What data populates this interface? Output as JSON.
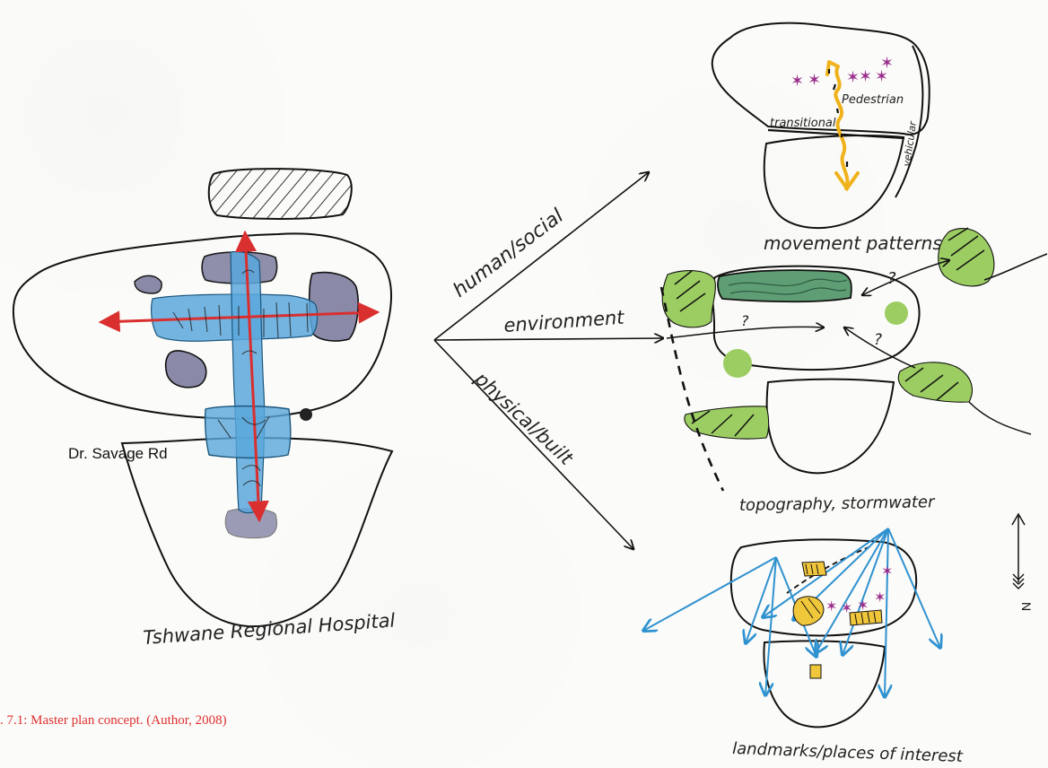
{
  "labels": {
    "road": "Dr. Savage Rd",
    "hospital": "Tshwane Regional Hospital",
    "branch_human": "human/social",
    "branch_environment": "environment",
    "branch_physical": "physical/built",
    "movement_patterns": "movement patterns",
    "pedestrian": "Pedestrian",
    "transitional": "transitional",
    "vehicular": "vehicular",
    "topography": "topography, stormwater",
    "landmarks": "landmarks/places of interest",
    "north": "N",
    "question_mark": "?"
  },
  "caption": ". 7.1: Master plan concept. (Author, 2008)",
  "colors": {
    "blue_fill": "#5aa7dc",
    "red_arrow": "#d92f2f",
    "grey_blocks": "#8a8aa8",
    "green_fill": "#9ccd62",
    "dark_green": "#5f9e74",
    "yellow_route": "#f0b21a",
    "purple_stars": "#9b2f8d",
    "landmark_lines": "#2f92d0",
    "caption_red": "#e03030"
  }
}
